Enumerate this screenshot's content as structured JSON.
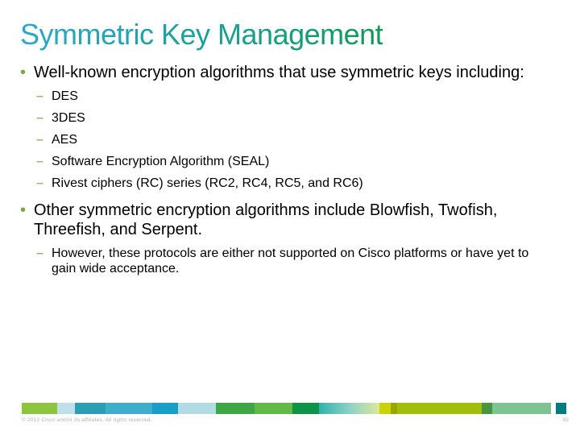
{
  "slide": {
    "title": "Symmetric Key Management",
    "bullet_glyph": "•",
    "dash_glyph": "–",
    "bullets": [
      {
        "text": "Well-known encryption algorithms that use symmetric keys including:",
        "sub": [
          "DES",
          "3DES",
          "AES",
          "Software Encryption Algorithm (SEAL)",
          "Rivest ciphers (RC) series (RC2, RC4, RC5, and RC6)"
        ]
      },
      {
        "text": "Other symmetric encryption algorithms include Blowfish, Twofish, Threefish, and Serpent.",
        "sub": [
          "However, these protocols are either not supported on Cisco platforms or have yet to gain wide acceptance."
        ]
      }
    ],
    "footer": {
      "copyright": "© 2012 Cisco and/or its affiliates. All rights reserved.",
      "page_number": "83",
      "bar_segments": [
        {
          "color": "#8CC63F",
          "width": 44
        },
        {
          "color": "#BDE0E9",
          "width": 22
        },
        {
          "color": "#2B9EB3",
          "width": 38
        },
        {
          "color": "#3FAECB",
          "width": 58
        },
        {
          "color": "#189FC8",
          "width": 32
        },
        {
          "color": "#B3DBE4",
          "width": 47
        },
        {
          "color": "#3EA647",
          "width": 48
        },
        {
          "color": "#62BA46",
          "width": 47
        },
        {
          "color": "#0F9347",
          "width": 33
        },
        {
          "gradient": [
            "#2FB3AE",
            "#8ED0C6",
            "#DCE89C"
          ],
          "width": 75
        },
        {
          "color": "#C9D405",
          "width": 14
        },
        {
          "color": "#9AA500",
          "width": 8
        },
        {
          "color": "#A0BE0A",
          "width": 105
        },
        {
          "color": "#48953F",
          "width": 13
        },
        {
          "color": "#7EC492",
          "width": 73
        },
        {
          "color": "#FFFFFF",
          "width": 6
        },
        {
          "color": "#007B82",
          "width": 13
        }
      ]
    },
    "colors": {
      "title_gradient_start": "#2BA7CE",
      "title_gradient_mid": "#1AA095",
      "title_gradient_end": "#0F9A55",
      "bullet_dot": "#76A83E",
      "dash": "#9CBA6E",
      "footer_text": "#B2B2B2"
    }
  }
}
